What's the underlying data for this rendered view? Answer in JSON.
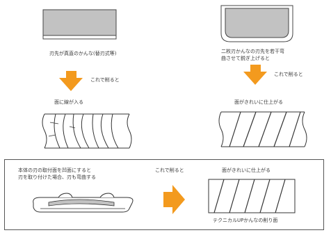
{
  "colors": {
    "arrow": "#f39a1e",
    "blade_fill": "#c2c2c2",
    "line": "#333333"
  },
  "top_left": {
    "caption": "刃先が真直のかんな(替刃式等)",
    "arrow_label": "これで削ると",
    "result": "面に線が入る"
  },
  "top_right": {
    "caption_line1": "二枚刃かんなの刃先を若干弯",
    "caption_line2": "曲させて鋭ぎ上げると",
    "arrow_label": "これで削ると",
    "result": "面がきれいに仕上がる"
  },
  "bottom": {
    "caption_line1": "本体の刃の取付面を凹面にすると",
    "caption_line2": "刃を取り付けた場合、刃も弯曲する",
    "arrow_label": "これで削ると",
    "result": "面がきれいに仕上がる",
    "footer": "テクニカルUPかんなの削り面"
  }
}
